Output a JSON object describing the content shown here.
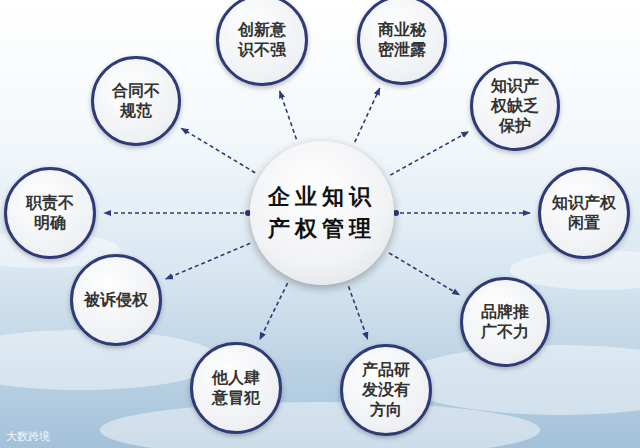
{
  "diagram": {
    "nodes": [
      {
        "text": [
          "企业知识产权管理"
        ]
      },
      {
        "text": [
          "创新意识不强"
        ]
      },
      {
        "text": [
          "商业秘密泄露"
        ]
      },
      {
        "text": [
          "知识产权缺乏保护"
        ]
      },
      {
        "text": [
          "知识产权闲置"
        ]
      },
      {
        "text": [
          "品牌推广不力"
        ]
      },
      {
        "text": [
          "产品研发没有方向"
        ]
      },
      {
        "text": [
          "他人肆意冒犯"
        ]
      },
      {
        "text": [
          "被诉侵权"
        ]
      },
      {
        "text": [
          "职责不明确"
        ]
      },
      {
        "text": [
          "合同不规范"
        ]
      }
    ],
    "edges": [
      {
        "from": 0,
        "to": 1,
        "arrow": "to"
      },
      {
        "from": 0,
        "to": 2,
        "arrow": "to"
      },
      {
        "from": 0,
        "to": 3,
        "arrow": "to"
      },
      {
        "from": 0,
        "to": 4,
        "arrow": "to"
      },
      {
        "from": 0,
        "to": 5,
        "arrow": "to"
      },
      {
        "from": 0,
        "to": 6,
        "arrow": "to"
      },
      {
        "from": 0,
        "to": 7,
        "arrow": "to"
      },
      {
        "from": 0,
        "to": 8,
        "arrow": "to"
      },
      {
        "from": 0,
        "to": 9,
        "arrow": "to"
      },
      {
        "from": 0,
        "to": 10,
        "arrow": "to"
      }
    ],
    "labels": [
      "大数跨境"
    ]
  }
}
